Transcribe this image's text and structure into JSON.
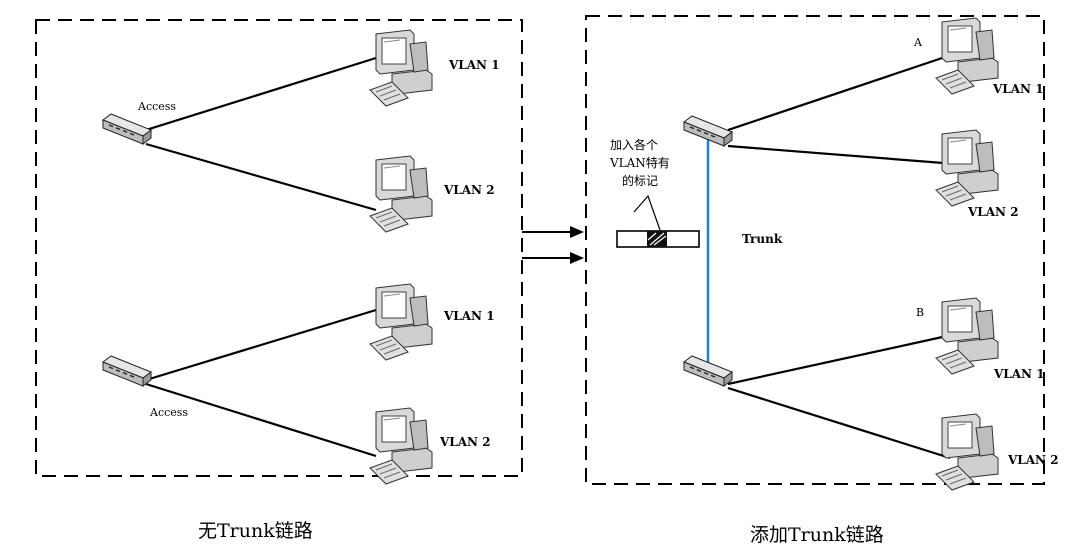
{
  "left_panel": {
    "caption": "无Trunk链路",
    "switches": [
      {
        "label": "Access"
      },
      {
        "label": "Access"
      }
    ],
    "hosts": [
      {
        "label": "VLAN 1"
      },
      {
        "label": "VLAN 2"
      },
      {
        "label": "VLAN 1"
      },
      {
        "label": "VLAN 2"
      }
    ]
  },
  "right_panel": {
    "caption": "添加Trunk链路",
    "trunk_label": "Trunk",
    "trunk_color": "#1f7fd1",
    "tag_note": [
      "加入各个",
      "VLAN特有",
      "的标记"
    ],
    "markers": {
      "a": "A",
      "b": "B"
    },
    "hosts": [
      {
        "label": "VLAN 1"
      },
      {
        "label": "VLAN 2"
      },
      {
        "label": "VLAN 1"
      },
      {
        "label": "VLAN 2"
      }
    ]
  }
}
